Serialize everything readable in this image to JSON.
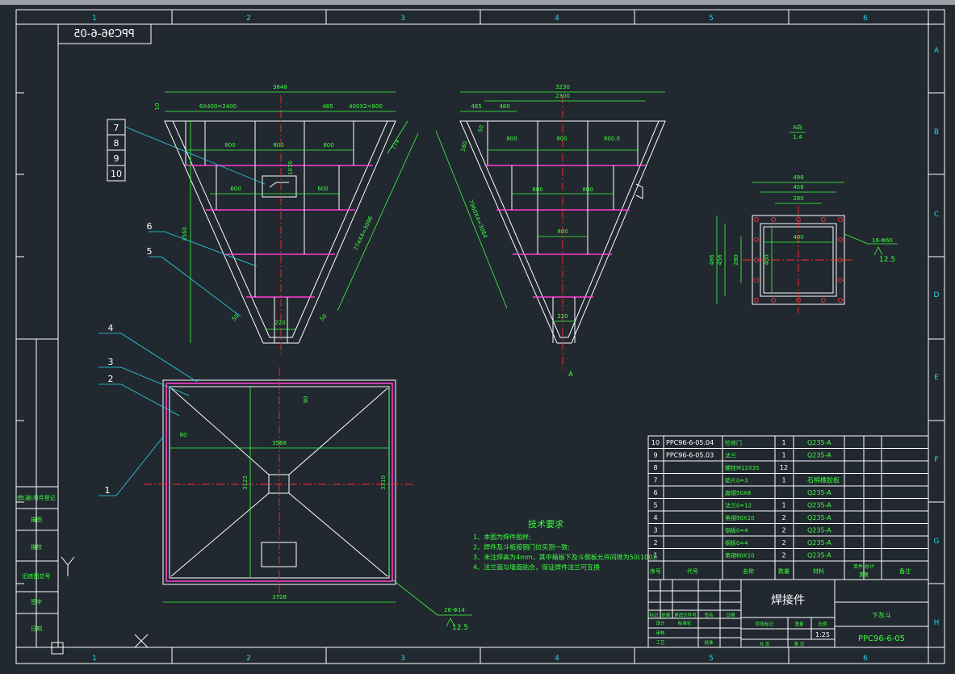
{
  "drawing_no": "PPC96-6-05",
  "drawing_no_mirror": "PPC96-6-05",
  "grid": {
    "cols": [
      "1",
      "2",
      "3",
      "4",
      "5",
      "6"
    ],
    "rows": [
      "A",
      "B",
      "C",
      "D",
      "E",
      "F",
      "G",
      "H"
    ]
  },
  "balloons": [
    "1",
    "2",
    "3",
    "4",
    "5",
    "6",
    "7",
    "8",
    "9",
    "10"
  ],
  "front_view": {
    "dims": [
      "3648",
      "6X400=2400",
      "485",
      "400X2=800",
      "10",
      "800",
      "800",
      "800",
      "600",
      "600",
      "1070",
      "3560",
      "774",
      "774X4=3096",
      "220",
      "50",
      "50"
    ]
  },
  "side_view": {
    "dims": [
      "3230",
      "2300",
      "485",
      "480",
      "50",
      "180",
      "800",
      "800",
      "800.0",
      "800",
      "800",
      "800",
      "7960X4=3084",
      "220"
    ],
    "section_label": "A"
  },
  "detail_a": {
    "title": "A向",
    "scale": "1:4",
    "dims": [
      "496",
      "456",
      "280",
      "400",
      "486",
      "456",
      "280",
      "400"
    ],
    "hole_note": "16-Φ60",
    "weld_note": "12.5"
  },
  "plan_view": {
    "dims": [
      "90",
      "80",
      "3568",
      "3122",
      "3310",
      "3728"
    ],
    "hole_note": "26-Φ14",
    "weld_note": "12.5"
  },
  "tech_requirements": {
    "title": "技术要求",
    "items": [
      "1、本图为焊件图样;",
      "2、焊件及斗板按钢门拉实测一致;",
      "3、未注焊高为4mm，其中箱板下及斗侧板允许间隙为50(100);",
      "4、法兰面与墙面贴合，保证焊件法兰可互换"
    ]
  },
  "bom": {
    "rows": [
      {
        "no": "10",
        "code": "PPC96-6-05.04",
        "name": "检修门",
        "qty": "1",
        "material": "Q235-A"
      },
      {
        "no": "9",
        "code": "PPC96-6-05.03",
        "name": "法兰",
        "qty": "1",
        "material": "Q235-A"
      },
      {
        "no": "8",
        "code": "",
        "name": "螺栓M12X35",
        "qty": "12",
        "material": ""
      },
      {
        "no": "7",
        "code": "",
        "name": "垫片δ=3",
        "qty": "1",
        "material": "石棉橡胶板"
      },
      {
        "no": "6",
        "code": "",
        "name": "扁钢50X8",
        "qty": "",
        "material": "Q235-A"
      },
      {
        "no": "5",
        "code": "",
        "name": "法兰δ=12",
        "qty": "1",
        "material": "Q235-A"
      },
      {
        "no": "4",
        "code": "",
        "name": "角钢90X10",
        "qty": "2",
        "material": "Q235-A"
      },
      {
        "no": "3",
        "code": "",
        "name": "钢板δ=4",
        "qty": "2",
        "material": "Q235-A"
      },
      {
        "no": "2",
        "code": "",
        "name": "钢板δ=4",
        "qty": "2",
        "material": "Q235-A"
      },
      {
        "no": "1",
        "code": "",
        "name": "角钢80X10",
        "qty": "2",
        "material": "Q235-A"
      }
    ],
    "headers": {
      "no": "序号",
      "code": "代号",
      "name": "名称",
      "qty": "数量",
      "material": "材料",
      "weight": "单件 总计",
      "weight2": "重量",
      "remark": "备注"
    }
  },
  "title_block": {
    "part_name": "焊接件",
    "drawing_title": "下灰斗",
    "drawing_code": "PPC96-6-05",
    "scale": "1:25",
    "labels": [
      "标记",
      "处数",
      "更改文件号",
      "签名",
      "日期",
      "设计",
      "标准化",
      "审核",
      "工艺",
      "批准",
      "阶段标记",
      "重量",
      "比例",
      "共 页",
      "第 页"
    ]
  },
  "left_strip": [
    "借(通)用件登记",
    "描图",
    "描校",
    "旧底图总号",
    "签字",
    "日期"
  ]
}
